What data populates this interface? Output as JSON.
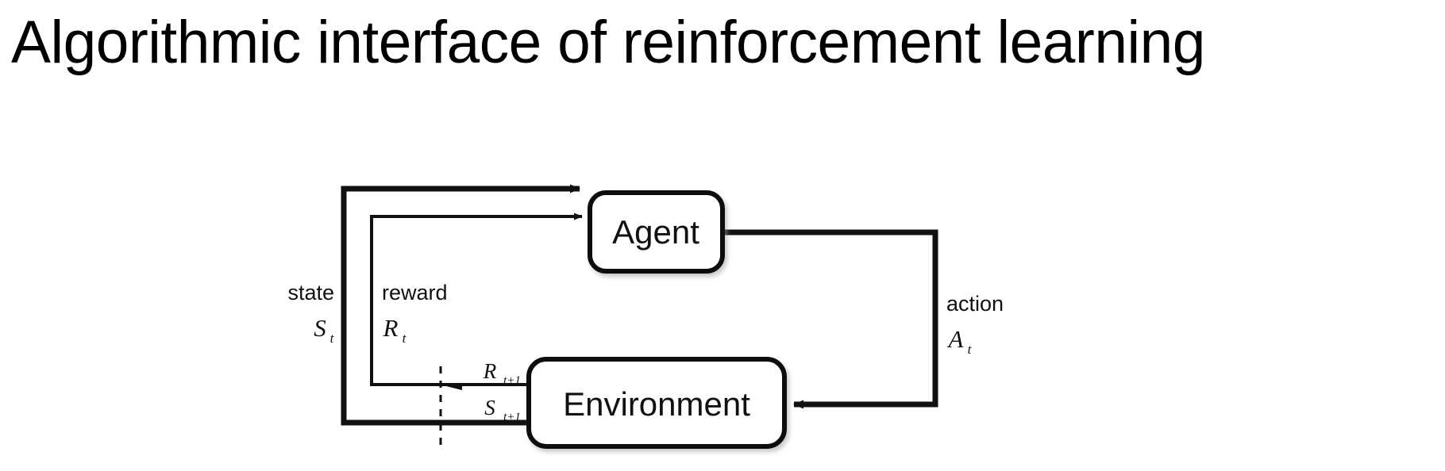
{
  "slide": {
    "title": "Algorithmic interface of reinforcement learning",
    "background_color": "#ffffff",
    "text_color": "#000000"
  },
  "diagram": {
    "name": "reinforcement-learning-agent-environment-loop",
    "stroke_color": "#111111",
    "fill_color": "#ffffff",
    "nodes": {
      "agent": {
        "label": "Agent"
      },
      "environment": {
        "label": "Environment"
      }
    },
    "edge_labels": {
      "state_word": "state",
      "state_symbol": "S",
      "state_subscript": "t",
      "reward_word": "reward",
      "reward_symbol": "R",
      "reward_subscript": "t",
      "action_word": "action",
      "action_symbol": "A",
      "action_subscript": "t",
      "next_reward_symbol": "R",
      "next_reward_subscript": "t+1",
      "next_state_symbol": "S",
      "next_state_subscript": "t+1"
    }
  }
}
